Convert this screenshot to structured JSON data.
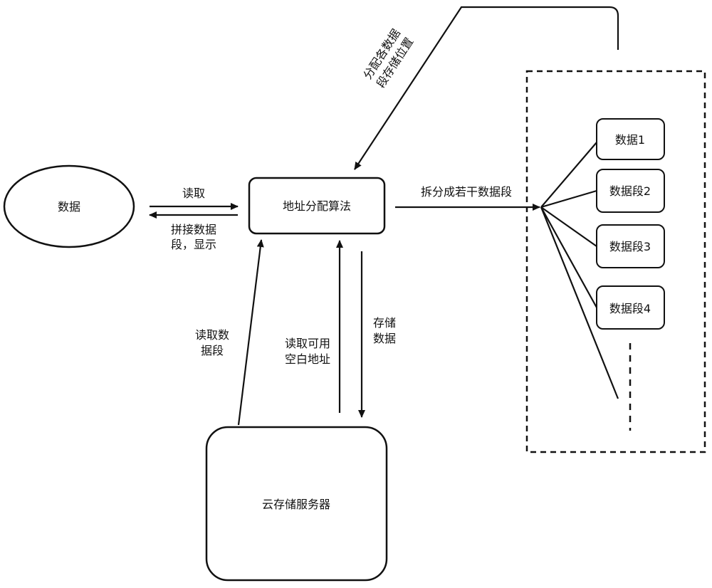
{
  "nodes": {
    "data": "数据",
    "algorithm": "地址分配算法",
    "server": "云存储服务器",
    "seg1": "数据1",
    "seg2": "数据段2",
    "seg3": "数据段3",
    "seg4": "数据段4"
  },
  "edges": {
    "read": "读取",
    "splice_line1": "拼接数据",
    "splice_line2": "段，显示",
    "split": "拆分成若干数据段",
    "read_seg_line1": "读取数",
    "read_seg_line2": "据段",
    "read_addr_line1": "读取可用",
    "read_addr_line2": "空白地址",
    "store_line1": "存储",
    "store_line2": "数据",
    "assign_line1": "分配各数据",
    "assign_line2": "段存储位置"
  }
}
